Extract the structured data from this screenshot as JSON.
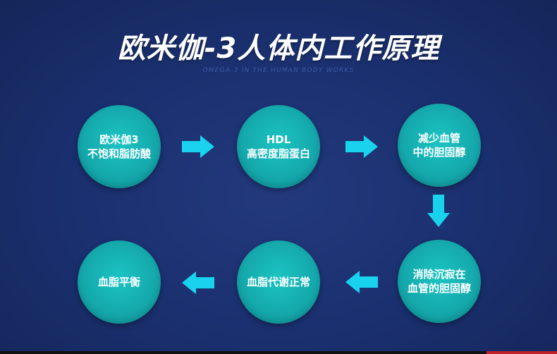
{
  "title": "欧米伽-3人体内工作原理",
  "subtitle": "OMEGA-3 IN THE HUMAN BODY WORKS",
  "colors": {
    "background": "#1a2f6e",
    "circle": "#15aaad",
    "arrow": "#19d3ee",
    "text": "#ffffff"
  },
  "steps": [
    {
      "line1": "欧米伽3",
      "line2": "不饱和脂肪酸"
    },
    {
      "line1": "HDL",
      "line2": "高密度脂蛋白"
    },
    {
      "line1": "减少血管",
      "line2": "中的胆固醇"
    },
    {
      "line1": "消除沉寂在",
      "line2": "血管的胆固醇"
    },
    {
      "line1": "血脂代谢正常",
      "line2": ""
    },
    {
      "line1": "血脂平衡",
      "line2": ""
    }
  ],
  "arrows": [
    {
      "direction": "right",
      "icon": "arrow-right-icon"
    },
    {
      "direction": "right",
      "icon": "arrow-right-icon"
    },
    {
      "direction": "down",
      "icon": "arrow-down-icon"
    },
    {
      "direction": "left",
      "icon": "arrow-left-icon"
    },
    {
      "direction": "left",
      "icon": "arrow-left-icon"
    }
  ]
}
